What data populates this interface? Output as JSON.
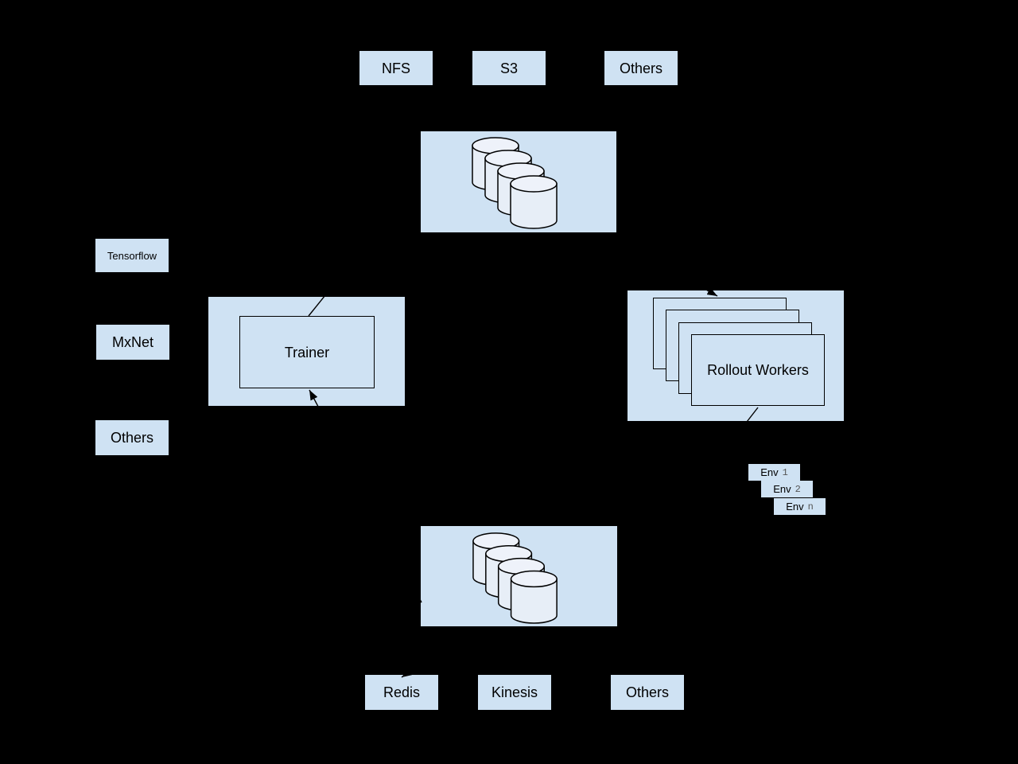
{
  "colors": {
    "background": "#000000",
    "node_fill": "#cfe2f3",
    "cylinder_body": "#e7eef7",
    "cylinder_top": "#eef2fa",
    "stroke": "#000000",
    "env_index_color": "#555555"
  },
  "nodes": {
    "storage_top": [
      {
        "label": "NFS"
      },
      {
        "label": "S3"
      },
      {
        "label": "Others"
      }
    ],
    "data_store_top": {
      "icon": "database-cylinder-stack-icon",
      "cylinder_count": 4
    },
    "frameworks": [
      {
        "label": "Tensorflow"
      },
      {
        "label": "MxNet"
      },
      {
        "label": "Others"
      }
    ],
    "trainer": {
      "label": "Trainer"
    },
    "rollout_workers": {
      "label": "Rollout Workers",
      "stack_count": 4
    },
    "envs": [
      {
        "label": "Env",
        "index": "1"
      },
      {
        "label": "Env",
        "index": "2"
      },
      {
        "label": "Env",
        "index": "n"
      }
    ],
    "memory_backend": {
      "icon": "database-cylinder-stack-icon",
      "cylinder_count": 4
    },
    "memory_backends_bottom": [
      {
        "label": "Redis"
      },
      {
        "label": "Kinesis"
      },
      {
        "label": "Others"
      }
    ]
  },
  "edges": [
    {
      "from": "trainer",
      "to": "data-store-top",
      "style": "arrow"
    },
    {
      "from": "data-store-top",
      "to": "rollout-workers",
      "style": "arrow"
    },
    {
      "from": "memory-backend",
      "to": "trainer",
      "style": "arrow"
    },
    {
      "from": "rollout-workers",
      "to": "memory-backend",
      "style": "arrow"
    },
    {
      "from": "memory-backend",
      "to": "redis",
      "style": "arrow"
    },
    {
      "from": "envs",
      "to": "memory-backend",
      "style": "arrow"
    }
  ]
}
